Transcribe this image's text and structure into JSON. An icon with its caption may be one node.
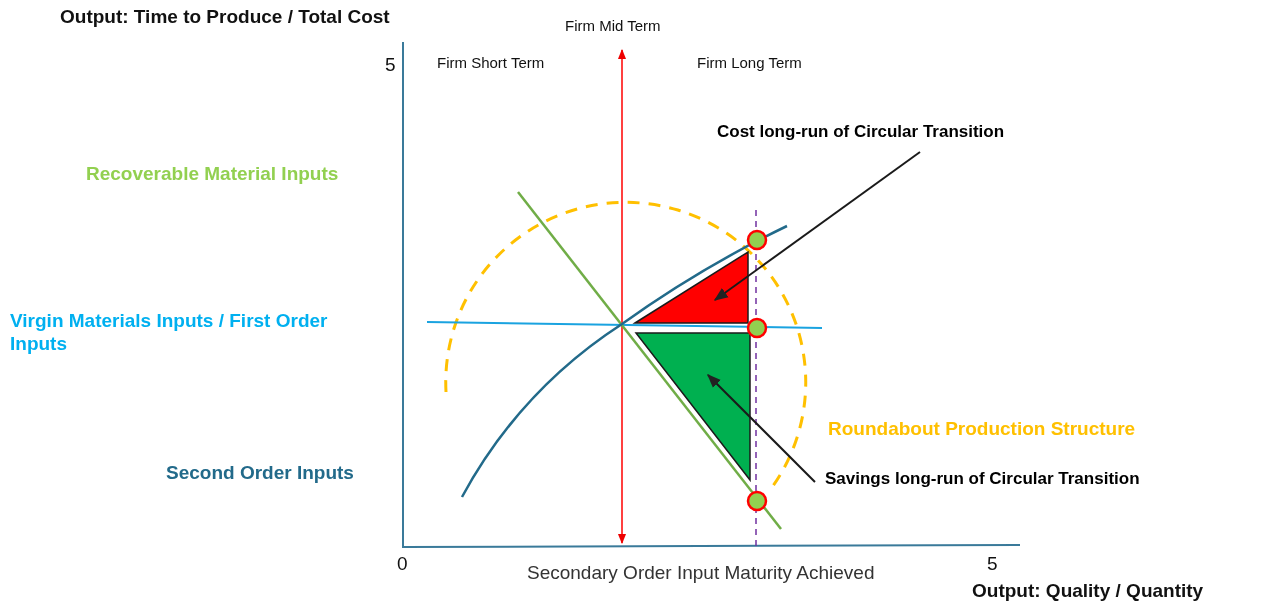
{
  "diagram": {
    "nodes": [
      {
        "text": [
          "Cost long-run of Circular Transition"
        ]
      },
      {
        "text": [],
        "shape": "triangle"
      },
      {
        "text": [
          "Savings long-run of Circular Transition"
        ]
      },
      {
        "text": [],
        "shape": "triangle"
      }
    ],
    "edges": [
      {
        "from": 0,
        "to": 1,
        "arrow": "to"
      },
      {
        "from": 2,
        "to": 3,
        "arrow": "to"
      }
    ],
    "labels": [
      "Output: Time to Produce / Total Cost",
      "Firm Mid Term",
      "5",
      "Firm Short Term",
      "Firm Long Term",
      "Recoverable Material Inputs",
      "Virgin Materials Inputs / First Order Inputs",
      "Roundabout Production Structure",
      "Second Order Inputs",
      "0",
      "5",
      "Secondary Order Input Maturity Achieved",
      "Output: Quality / Quantity"
    ]
  }
}
